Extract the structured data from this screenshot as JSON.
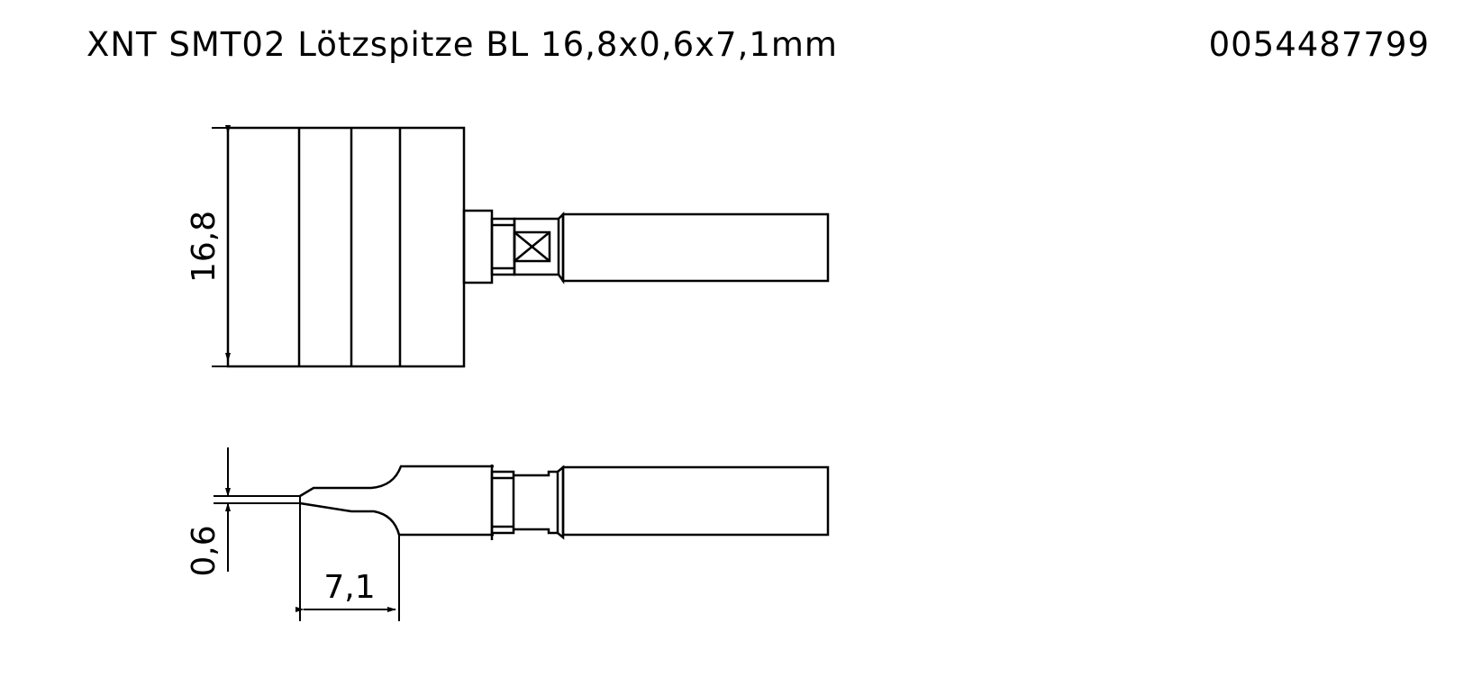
{
  "header": {
    "title": "XNT SMT02 Lötzspitze BL 16,8x0,6x7,1mm",
    "article_number": "0054487799"
  },
  "drawing": {
    "views": [
      {
        "name": "top-view",
        "description": "Top view of soldering tip with 16,8 wide blade"
      },
      {
        "name": "side-view",
        "description": "Side view of soldering tip showing 0,6 thickness and 7,1 length"
      }
    ],
    "dimensions": {
      "width": "16,8",
      "thickness": "0,6",
      "length": "7,1"
    },
    "line_color": "#000000",
    "background_color": "#ffffff"
  }
}
